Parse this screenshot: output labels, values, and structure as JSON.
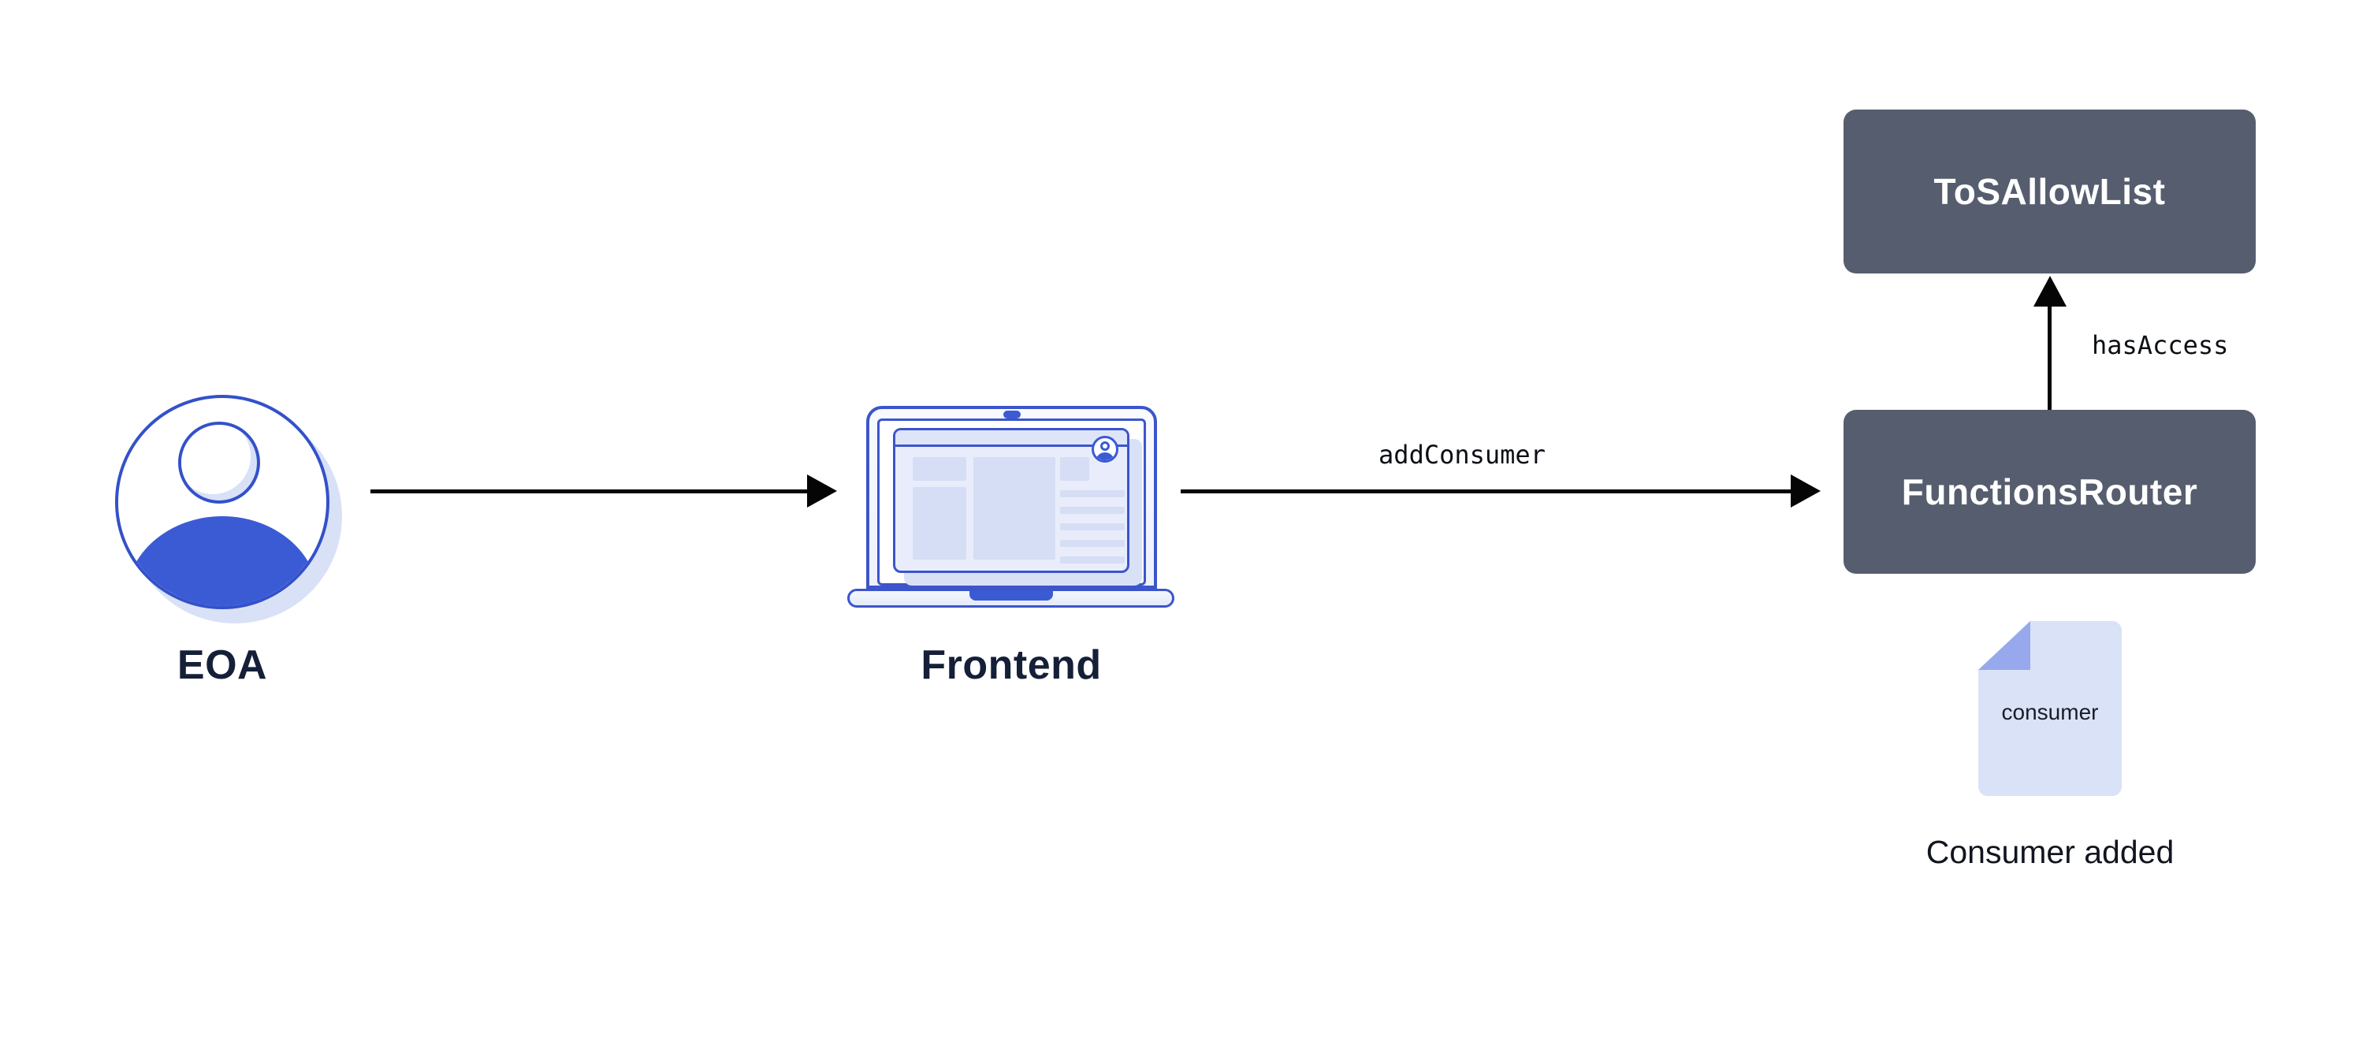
{
  "diagram": {
    "nodes": [
      {
        "id": "eoa",
        "label": "EOA",
        "type": "actor",
        "icon": "user-avatar-icon"
      },
      {
        "id": "frontend",
        "label": "Frontend",
        "type": "app",
        "icon": "laptop-icon"
      },
      {
        "id": "functions_router",
        "label": "FunctionsRouter",
        "type": "contract"
      },
      {
        "id": "tos_allow_list",
        "label": "ToSAllowList",
        "type": "contract"
      }
    ],
    "edges": [
      {
        "from": "eoa",
        "to": "frontend",
        "label": ""
      },
      {
        "from": "frontend",
        "to": "functions_router",
        "label": "addConsumer"
      },
      {
        "from": "functions_router",
        "to": "tos_allow_list",
        "label": "hasAccess"
      }
    ],
    "artifact": {
      "icon": "document-icon",
      "label": "consumer",
      "caption": "Consumer added"
    }
  },
  "colors": {
    "accent_blue": "#3B5BD5",
    "stroke_blue": "#3C55CB",
    "light_blue": "#D9E1F7",
    "lighter_blue": "#E9EDFB",
    "fold_blue": "#97A9EC",
    "dark_slate": "#565D6E",
    "text_navy": "#161F38",
    "arrow_black": "#050505",
    "box_text": "#FFFFFF"
  }
}
